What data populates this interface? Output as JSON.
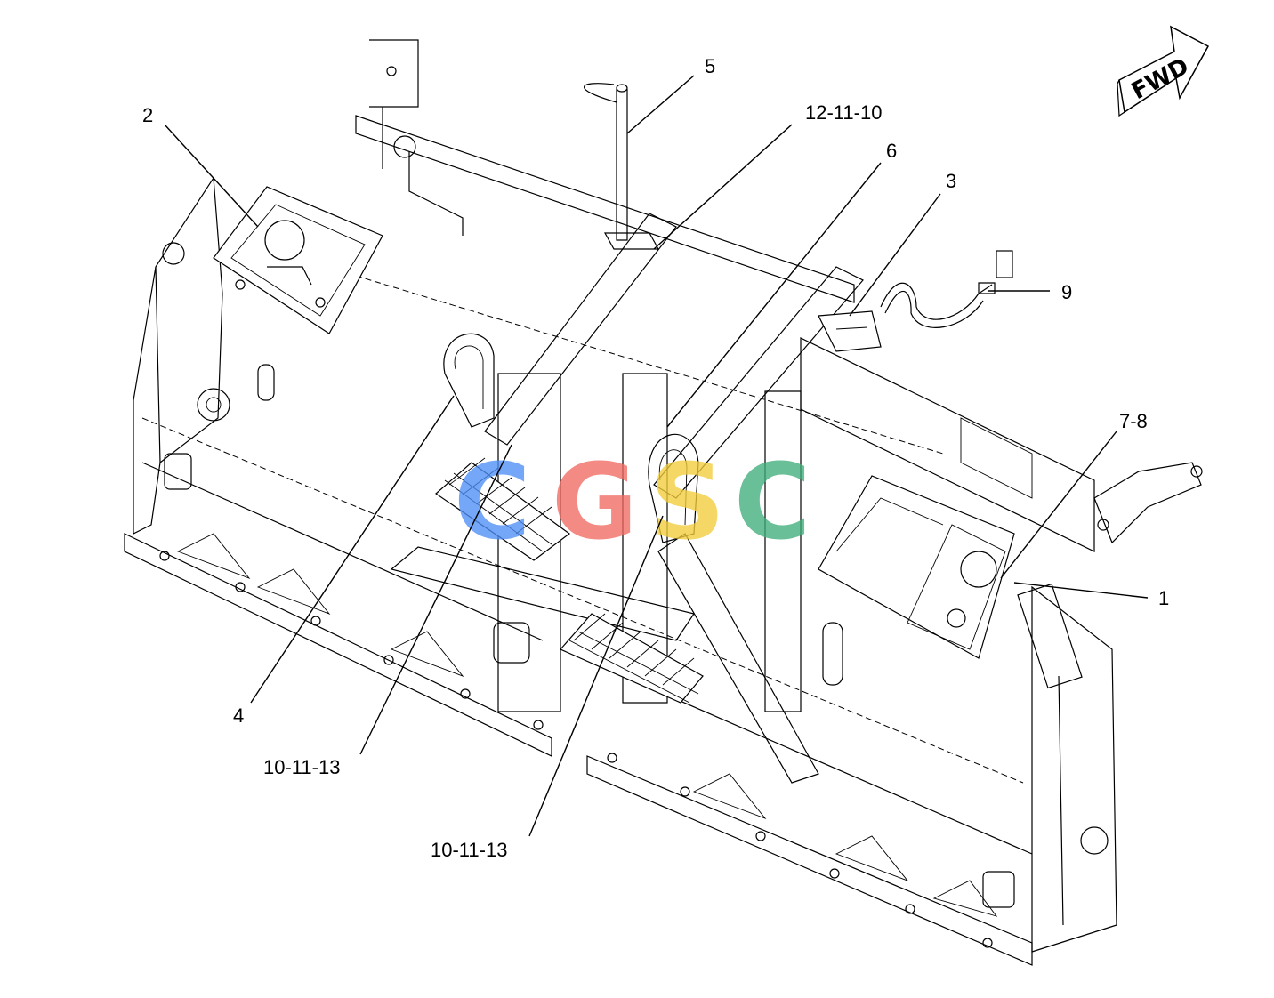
{
  "diagram": {
    "callouts": [
      {
        "id": "c1",
        "label": "1"
      },
      {
        "id": "c2",
        "label": "2"
      },
      {
        "id": "c3",
        "label": "3"
      },
      {
        "id": "c4",
        "label": "4"
      },
      {
        "id": "c5",
        "label": "5"
      },
      {
        "id": "c6",
        "label": "6"
      },
      {
        "id": "c7",
        "label": "7-8"
      },
      {
        "id": "c9",
        "label": "9"
      },
      {
        "id": "c10",
        "label": "12-11-10"
      },
      {
        "id": "c11",
        "label": "10-11-13"
      },
      {
        "id": "c12",
        "label": "10-11-13"
      }
    ],
    "direction_arrow": {
      "label": "FWD"
    },
    "watermark": {
      "letters": [
        "C",
        "G",
        "S",
        "C"
      ],
      "colors": [
        "#4f8ff7",
        "#f06a62",
        "#f3cd3a",
        "#3fae7a"
      ]
    }
  }
}
